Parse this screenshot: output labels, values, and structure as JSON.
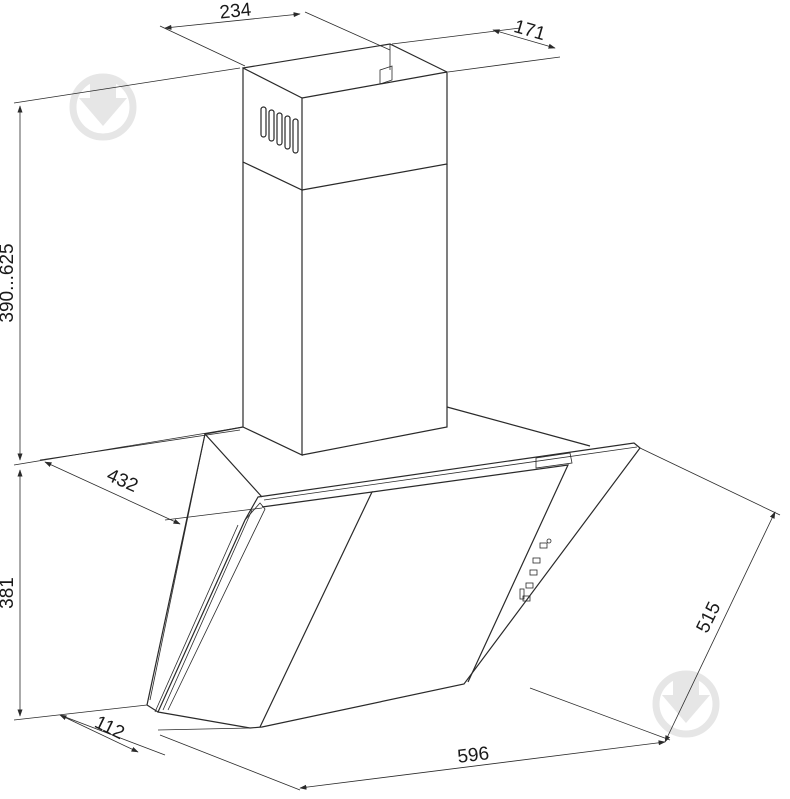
{
  "dimensions": {
    "chimney_width": "234",
    "chimney_depth": "171",
    "chimney_height": "390...625",
    "body_depth": "432",
    "body_height": "381",
    "bottom_depth": "112",
    "width": "596",
    "panel_length": "515"
  },
  "colors": {
    "line": "#2a2a2a",
    "watermark": "#e6e6e6"
  },
  "icons": {
    "watermark": "download-drop-icon",
    "control_panel": "touch-control-buttons"
  }
}
